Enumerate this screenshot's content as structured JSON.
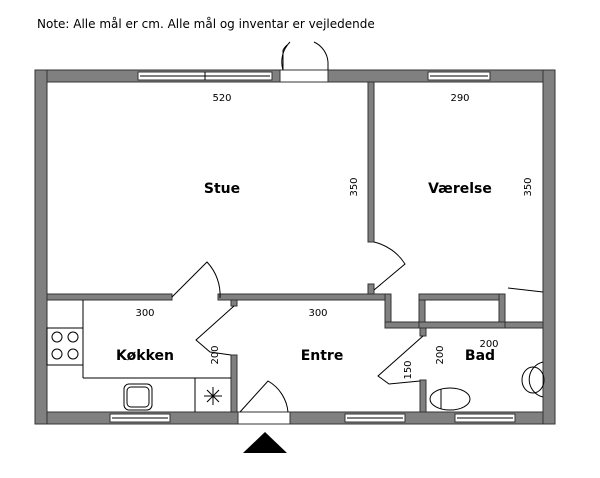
{
  "note": "Note: Alle mål er cm. Alle mål og inventar er vejledende",
  "rooms": {
    "stue": {
      "label": "Stue",
      "width": "520",
      "depth": "350"
    },
    "vaerelse": {
      "label": "Værelse",
      "width": "290",
      "depth": "350"
    },
    "kokken": {
      "label": "Køkken",
      "width": "300",
      "depth": "200"
    },
    "entre": {
      "label": "Entre",
      "width": "300",
      "depth": "150"
    },
    "bad": {
      "label": "Bad",
      "width": "200",
      "depth": "200"
    }
  },
  "colors": {
    "wall": "#808080",
    "line": "#000000"
  }
}
